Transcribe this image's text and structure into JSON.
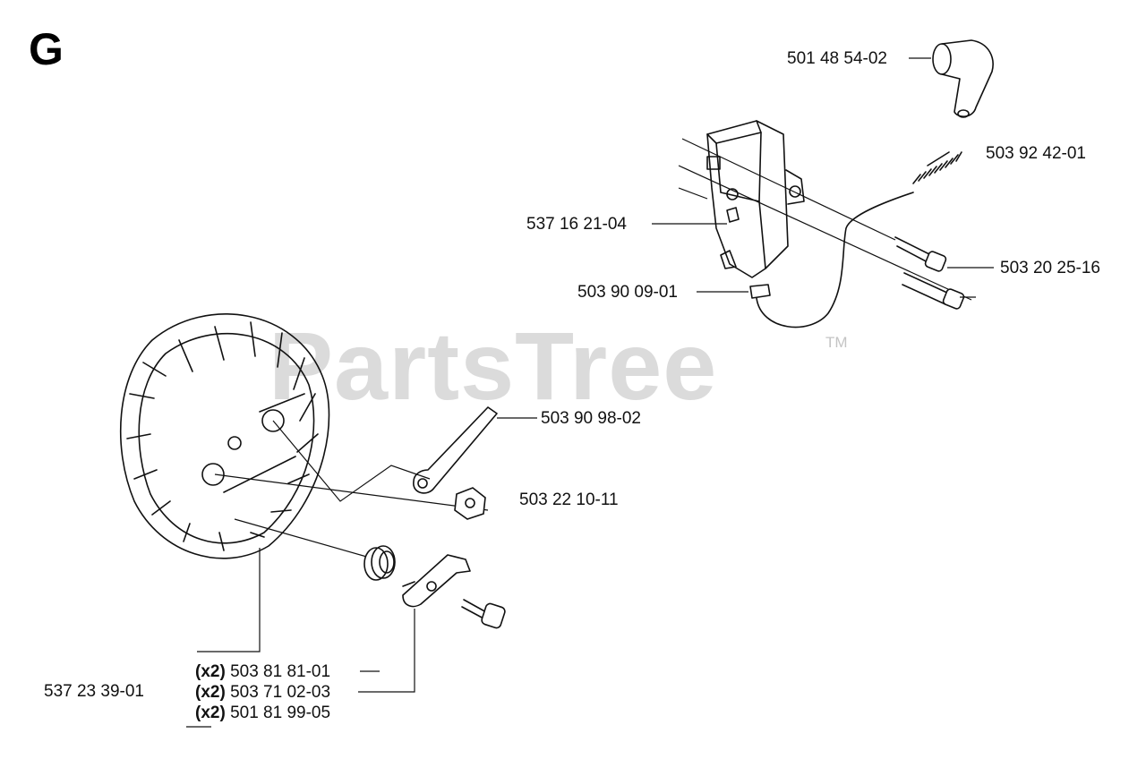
{
  "section_letter": "G",
  "watermark": {
    "text": "PartsTree",
    "trademark": "TM"
  },
  "labels": {
    "part_501_48_54_02": "501 48 54-02",
    "part_503_92_42_01": "503 92 42-01",
    "part_537_16_21_04": "537 16 21-04",
    "part_503_20_25_16": "503 20 25-16",
    "part_503_90_09_01": "503 90 09-01",
    "part_503_90_98_02": "503 90 98-02",
    "part_503_22_10_11": "503 22 10-11",
    "part_537_23_39_01": "537 23 39-01"
  },
  "qty_labels": [
    {
      "qty": "(x2)",
      "part": "503 81 81-01"
    },
    {
      "qty": "(x2)",
      "part": "503 71 02-03"
    },
    {
      "qty": "(x2)",
      "part": "501 81 99-05"
    }
  ]
}
